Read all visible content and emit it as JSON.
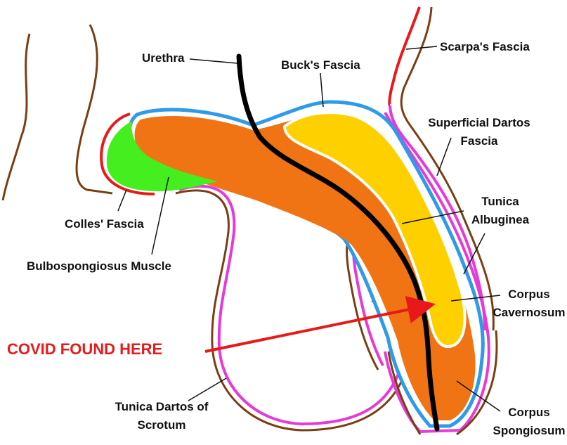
{
  "labels": {
    "urethra": "Urethra",
    "bucks_fascia": "Buck's Fascia",
    "scarpas_fascia": "Scarpa's Fascia",
    "superficial_dartos_1": "Superficial Dartos",
    "superficial_dartos_2": "Fascia",
    "tunica_albuginea_1": "Tunica",
    "tunica_albuginea_2": "Albuginea",
    "colles_fascia": "Colles' Fascia",
    "bulbospongiosus": "Bulbospongiosus Muscle",
    "corpus_cavernosum_1": "Corpus",
    "corpus_cavernosum_2": "Cavernosum",
    "tunica_dartos_scrotum_1": "Tunica Dartos of",
    "tunica_dartos_scrotum_2": "Scrotum",
    "corpus_spongiosum_1": "Corpus",
    "corpus_spongiosum_2": "Spongiosum"
  },
  "callout": {
    "text": "COVID FOUND HERE"
  },
  "colors": {
    "outline_brown": "#7a3f12",
    "scarpa_red": "#e8191a",
    "dartos_magenta": "#e63ad8",
    "bucks_blue": "#2f9be8",
    "orange": "#f07414",
    "yellow": "#ffd000",
    "green": "#45ee1f",
    "urethra_black": "#000000",
    "callout_red": "#e8191a"
  }
}
